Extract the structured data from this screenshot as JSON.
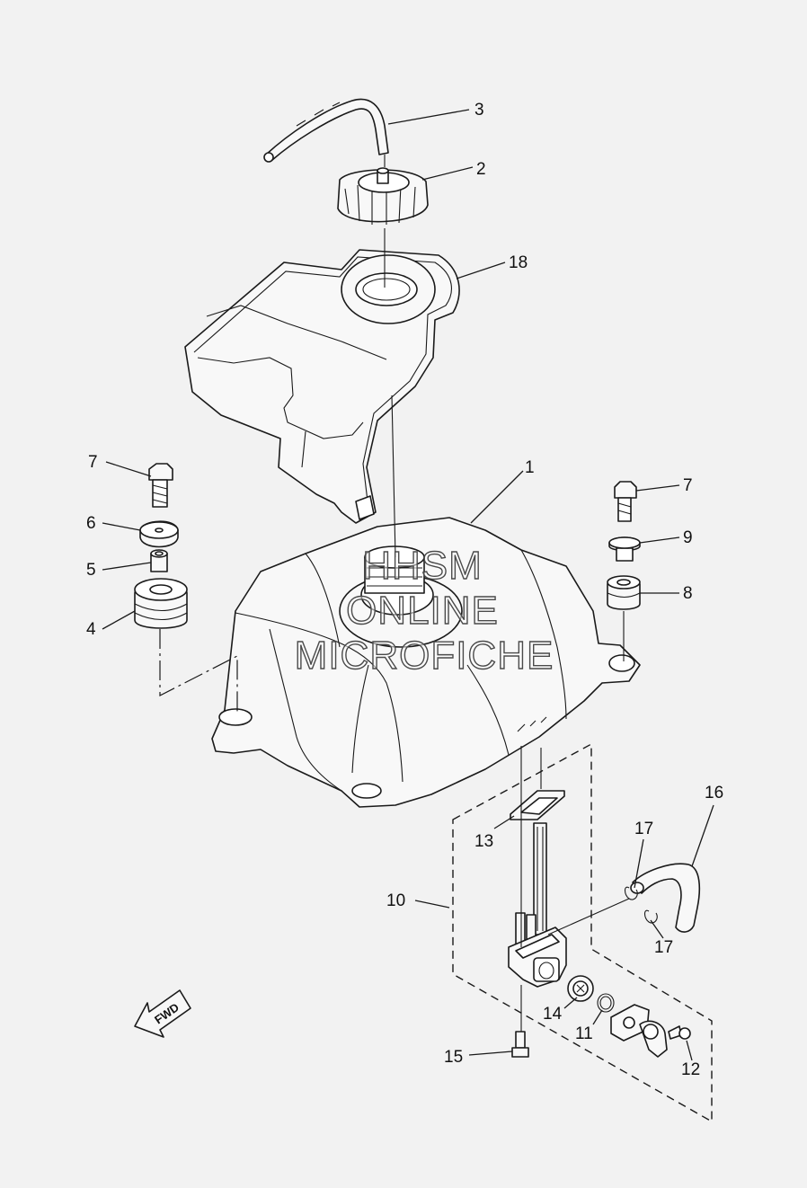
{
  "diagram": {
    "callouts": [
      {
        "id": "c3",
        "label": "3"
      },
      {
        "id": "c2",
        "label": "2"
      },
      {
        "id": "c18",
        "label": "18"
      },
      {
        "id": "c1",
        "label": "1"
      },
      {
        "id": "c7a",
        "label": "7"
      },
      {
        "id": "c6",
        "label": "6"
      },
      {
        "id": "c5",
        "label": "5"
      },
      {
        "id": "c4",
        "label": "4"
      },
      {
        "id": "c7b",
        "label": "7"
      },
      {
        "id": "c9",
        "label": "9"
      },
      {
        "id": "c8",
        "label": "8"
      },
      {
        "id": "c16",
        "label": "16"
      },
      {
        "id": "c17a",
        "label": "17"
      },
      {
        "id": "c17b",
        "label": "17"
      },
      {
        "id": "c13",
        "label": "13"
      },
      {
        "id": "c10",
        "label": "10"
      },
      {
        "id": "c14",
        "label": "14"
      },
      {
        "id": "c11",
        "label": "11"
      },
      {
        "id": "c12",
        "label": "12"
      },
      {
        "id": "c15",
        "label": "15"
      }
    ],
    "fwd_label": "FWD"
  },
  "watermark": {
    "lines": [
      "HHSM",
      "ONLINE",
      "MICROFICHE"
    ]
  },
  "colors": {
    "background": "#f2f2f2",
    "line": "#1a1a1a"
  }
}
